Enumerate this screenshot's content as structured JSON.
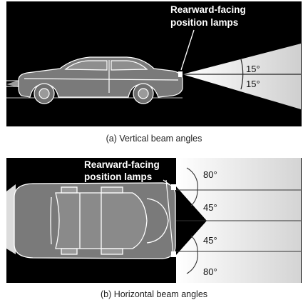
{
  "panel_a": {
    "label_line1": "Rearward-facing",
    "label_line2": "position lamps",
    "angle_upper": "15°",
    "angle_lower": "15°",
    "caption": "(a) Vertical beam angles"
  },
  "panel_b": {
    "label_line1": "Rearward-facing",
    "label_line2": "position lamps",
    "angle_1": "80°",
    "angle_2": "45°",
    "angle_3": "45°",
    "angle_4": "80°",
    "caption": "(b) Horizontal beam angles"
  },
  "colors": {
    "background_dark": "#000000",
    "beam_light": "#f2f2f2",
    "car_body": "#7a7a7a",
    "outline": "#ffffff"
  }
}
